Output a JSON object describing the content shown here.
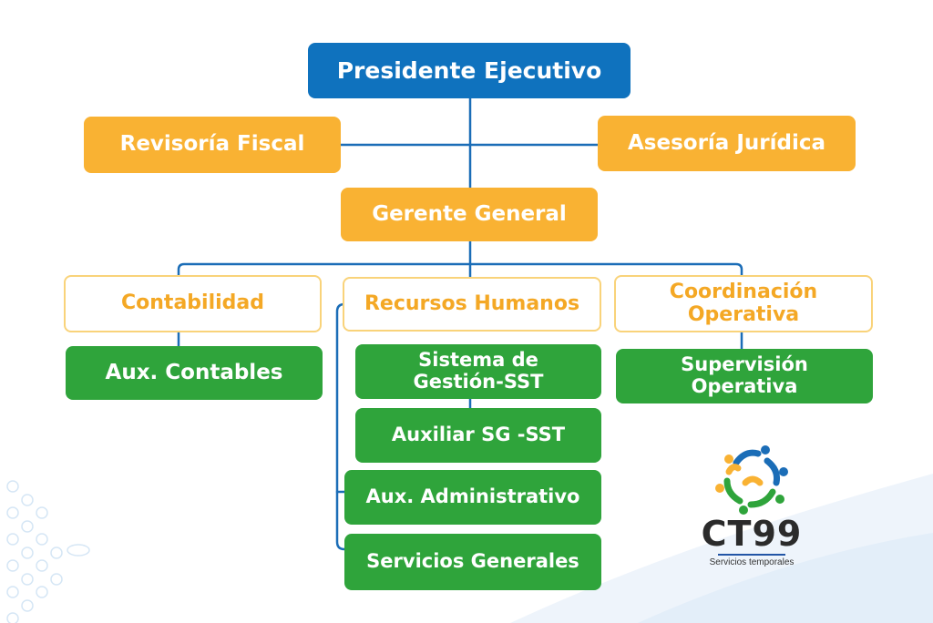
{
  "colors": {
    "blue": "#0f72be",
    "gold": "#f9b233",
    "orange_text": "#f4a825",
    "green": "#2fa43b",
    "line": "#1b6db7"
  },
  "nodes": {
    "presidente": "Presidente Ejecutivo",
    "revisoria": "Revisoría Fiscal",
    "asesoria": "Asesoría Jurídica",
    "gerente": "Gerente General",
    "contabilidad": "Contabilidad",
    "recursos": "Recursos Humanos",
    "coordinacion": "Coordinación Operativa",
    "aux_contables": "Aux. Contables",
    "sistema_sst": "Sistema de Gestión-SST",
    "auxiliar_sst": "Auxiliar SG -SST",
    "aux_admin": "Aux. Administrativo",
    "servicios": "Servicios Generales",
    "supervision": "Supervisión Operativa"
  },
  "logo": {
    "name": "CT99",
    "tagline": "Servicios temporales"
  }
}
